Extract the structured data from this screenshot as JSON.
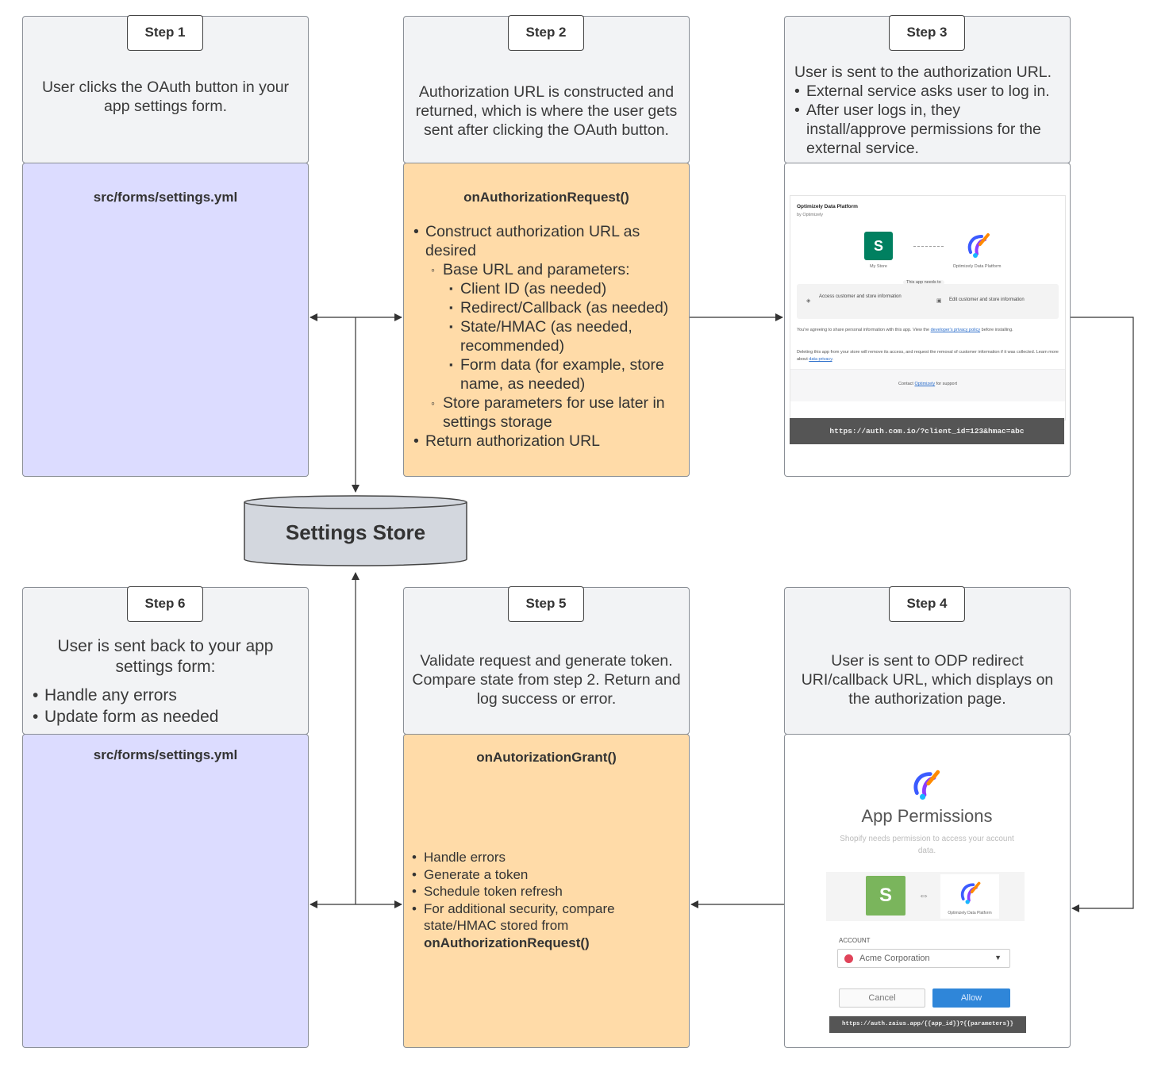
{
  "step1": {
    "label": "Step 1",
    "desc": "User clicks the OAuth button in your app settings form.",
    "file": "src/forms/settings.yml"
  },
  "step2": {
    "label": "Step 2",
    "desc": "Authorization URL is constructed and returned, which is where the user gets sent after clicking the OAuth button.",
    "func": "onAuthorizationRequest()",
    "items": [
      {
        "level": 1,
        "text": "Construct authorization URL as desired"
      },
      {
        "level": 2,
        "text": "Base URL and parameters:"
      },
      {
        "level": 3,
        "text": "Client ID (as needed)"
      },
      {
        "level": 3,
        "text": "Redirect/Callback (as needed)"
      },
      {
        "level": 3,
        "text": "State/HMAC (as needed, recommended)"
      },
      {
        "level": 3,
        "text": "Form data (for example, store name, as needed)"
      },
      {
        "level": 2,
        "text": "Store parameters for use later in settings storage"
      },
      {
        "level": 1,
        "text": "Return authorization URL"
      }
    ]
  },
  "step3": {
    "label": "Step 3",
    "intro": "User is sent to the authorization URL.",
    "bullets": [
      "External service asks user to log in.",
      "After user logs in, they install/approve permissions for the external service."
    ],
    "mock": {
      "app_title": "Optimizely Data Platform",
      "by": "by Optimizely",
      "store_label": "My Store",
      "odp_label": "Optimizely Data Platform",
      "needs": "This app needs to",
      "perm1": "Access customer and store information",
      "perm2": "Edit customer and store information",
      "agree_pre": "You're agreeing to share personal information with this app. View the ",
      "agree_link": "developer's privacy policy",
      "agree_post": " before installing.",
      "delete_pre": "Deleting this app from your store will remove its access, and request the removal of customer information if it was collected. Learn more about ",
      "delete_link": "data privacy",
      "delete_post": ".",
      "contact_pre": "Contact ",
      "contact_link": "Optimizely",
      "contact_post": " for support",
      "url": "https://auth.com.io/?client_id=123&hmac=abc"
    }
  },
  "store": {
    "label": "Settings Store"
  },
  "step6": {
    "label": "Step 6",
    "desc": "User is sent back to your app settings form:",
    "bullets": [
      "Handle any errors",
      "Update form as needed"
    ],
    "file": "src/forms/settings.yml"
  },
  "step5": {
    "label": "Step 5",
    "desc": "Validate request and generate token. Compare state from step 2. Return and log success or error.",
    "func": "onAutorizationGrant()",
    "items": [
      "Handle errors",
      "Generate a token",
      "Schedule token refresh",
      "For additional security, compare state/HMAC stored from"
    ],
    "func_ref": "onAuthorizationRequest()"
  },
  "step4": {
    "label": "Step 4",
    "desc": "User is sent to ODP redirect URI/callback URL, which displays on the authorization page.",
    "mock": {
      "title": "App Permissions",
      "sub": "Shopify needs permission to access your account data.",
      "odp_caption": "Optimizely Data Platform",
      "account_label": "ACCOUNT",
      "account_value": "Acme Corporation",
      "cancel": "Cancel",
      "allow": "Allow",
      "url": "https://auth.zaius.app/{{app_id}}?{{parameters}}"
    }
  },
  "colors": {
    "grey": "#f2f3f5",
    "purple": "#dcdcff",
    "orange": "#ffdba8",
    "border": "#8a8f96",
    "shopify": "#5e8e3e",
    "allow": "#2f86d9"
  }
}
